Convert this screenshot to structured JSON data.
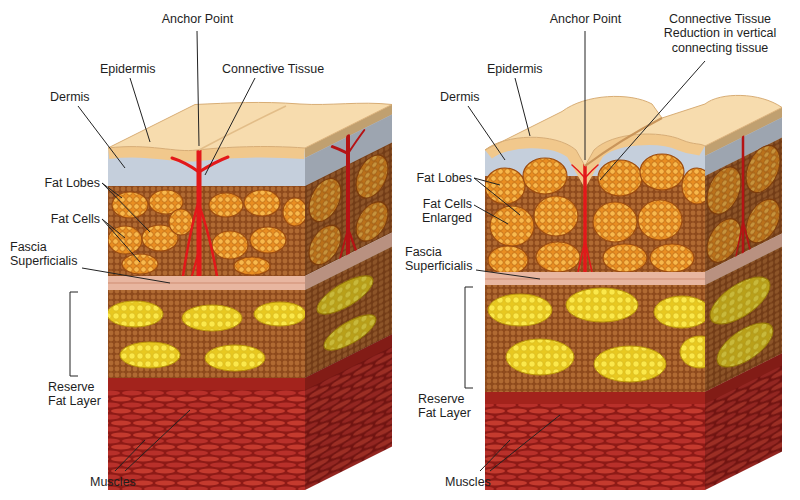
{
  "diagram": {
    "labels": [
      "Anchor Point",
      "Epidermis",
      "Connective Tissue",
      "Dermis",
      "Fat Lobes",
      "Fat Cells",
      "Fascia Superficialis",
      "Reserve Fat Layer",
      "Muscles",
      "Anchor Point",
      "Connective Tissue Reduction in vertical connecting tissue",
      "Epidermis",
      "Dermis",
      "Fat Lobes",
      "Fat Cells Enlarged",
      "Fascia Superficialis",
      "Reserve Fat Layer",
      "Muscles"
    ]
  }
}
